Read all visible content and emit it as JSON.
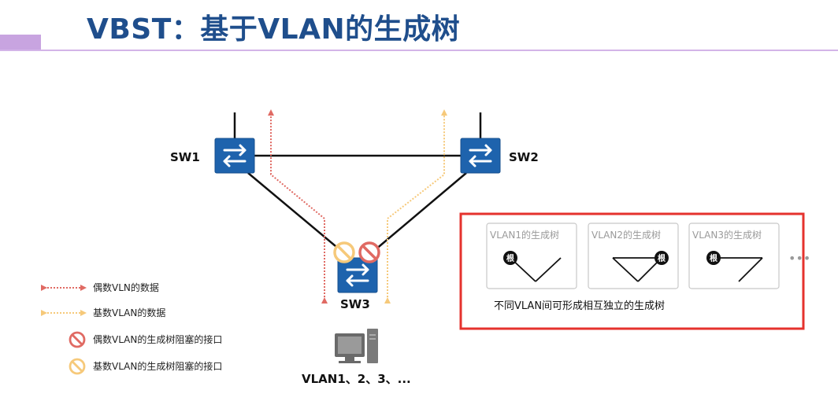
{
  "title": "VBST：基于VLAN的生成树",
  "switches": {
    "sw1": "SW1",
    "sw2": "SW2",
    "sw3": "SW3"
  },
  "pc_vlans": "VLAN1、2、3、...",
  "legend": {
    "even_data": "偶数VLN的数据",
    "odd_data": "基数VLAN的数据",
    "even_blocked": "偶数VLAN的生成树阻塞的接口",
    "odd_blocked": "基数VLAN的生成树阻塞的接口"
  },
  "vlan_trees": [
    {
      "title": "VLAN1的生成树",
      "root_label": "根"
    },
    {
      "title": "VLAN2的生成树",
      "root_label": "根"
    },
    {
      "title": "VLAN3的生成树",
      "root_label": "根"
    }
  ],
  "more": "•••",
  "caption": "不同VLAN间可形成相互独立的生成树",
  "colors": {
    "title": "#1f4e8c",
    "switch_fill": "#1e63ad",
    "even_data": "#e06a63",
    "odd_data": "#f6c97a",
    "highlight_box": "#e5322d"
  }
}
